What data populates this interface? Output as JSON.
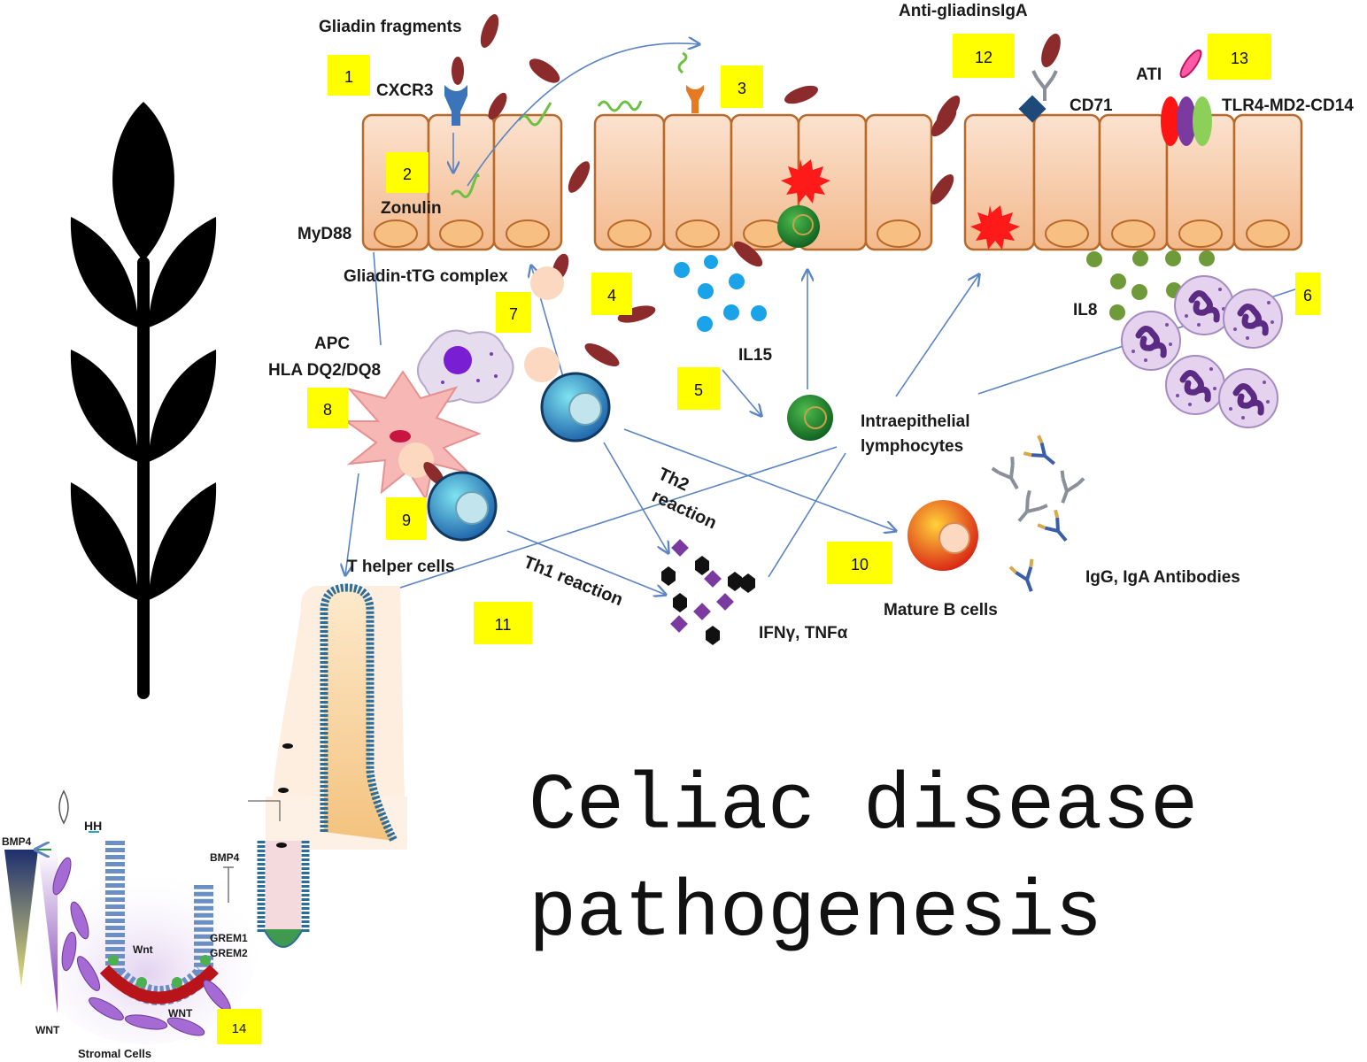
{
  "title": {
    "line1": "Celiac disease",
    "line2": "pathogenesis"
  },
  "labels": {
    "gliadin_fragments": "Gliadin fragments",
    "cxcr3": "CXCR3",
    "zonulin": "Zonulin",
    "myd88": "MyD88",
    "gliadin_ttg": "Gliadin-tTG complex",
    "apc": "APC",
    "hla": "HLA DQ2/DQ8",
    "t_helper": "T helper cells",
    "th2_line1": "Th2",
    "th2_line2": "reaction",
    "th1": "Th1 reaction",
    "il15": "IL15",
    "iel_line1": "Intraepithelial",
    "iel_line2": "lymphocytes",
    "ifn_tnf": "IFNγ, TNFα",
    "mature_b": "Mature B cells",
    "igg_iga": "IgG, IgA Antibodies",
    "anti_gliadins_iga": "Anti-gliadinsIgA",
    "cd71": "CD71",
    "ati": "ATI",
    "tlr4": "TLR4-MD2-CD14",
    "il8": "IL8"
  },
  "crypt_labels": {
    "bmp4_left": "BMP4",
    "hh": "HH",
    "bmp4_right": "BMP4",
    "wnt_inner": "Wnt",
    "grem": "GREM1",
    "grem2": "GREM2",
    "wnt_left": "WNT",
    "wnt_bottom": "WNT",
    "stromal": "Stromal Cells"
  },
  "badges": [
    "1",
    "2",
    "3",
    "4",
    "5",
    "6",
    "7",
    "8",
    "9",
    "10",
    "11",
    "12",
    "13",
    "14"
  ],
  "colors": {
    "badge": "#ffff00",
    "cell_fill": "#f7c8a2",
    "cell_border": "#b86a2a",
    "gliadin": "#8b2b2b",
    "arrow": "#5b84c4",
    "il15": "#1aa3e8",
    "il8": "#6f9a3a",
    "neutrophil": "#b58ad4"
  }
}
